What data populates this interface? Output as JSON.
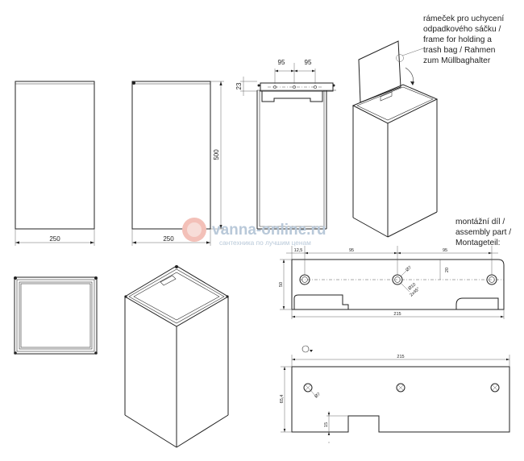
{
  "dimensions": {
    "front_width": "250",
    "side_width": "250",
    "height": "500",
    "frame_left": "95",
    "frame_right": "95",
    "frame_height": "23",
    "plate_edge": "12,5",
    "plate_left": "95",
    "plate_right": "95",
    "plate_hole_offset": "20",
    "plate_height": "50",
    "plate_width": "215",
    "hole_small": "Ø7",
    "hole_large": "Ø10",
    "countersink": "2x45°",
    "plate2_width": "215",
    "plate2_height": "65,4",
    "plate2_hole": "Ø7",
    "plate2_notch": "15"
  },
  "notes": {
    "frame_label": [
      "rámeček pro uchycení",
      "odpadkového sáčku /",
      "frame for holding a",
      "trash bag / Rahmen",
      "zum Müllbaghalter"
    ],
    "assembly_label": [
      "montážní díl /",
      "assembly part /",
      "Montageteil:"
    ]
  },
  "watermark": {
    "site": "vanna-online.ru",
    "tagline": "сантехника по лучшим ценам"
  },
  "colors": {
    "line": "#222222",
    "watermark": "#b9c9d9",
    "watermark_logo": "#f0a9a0"
  }
}
